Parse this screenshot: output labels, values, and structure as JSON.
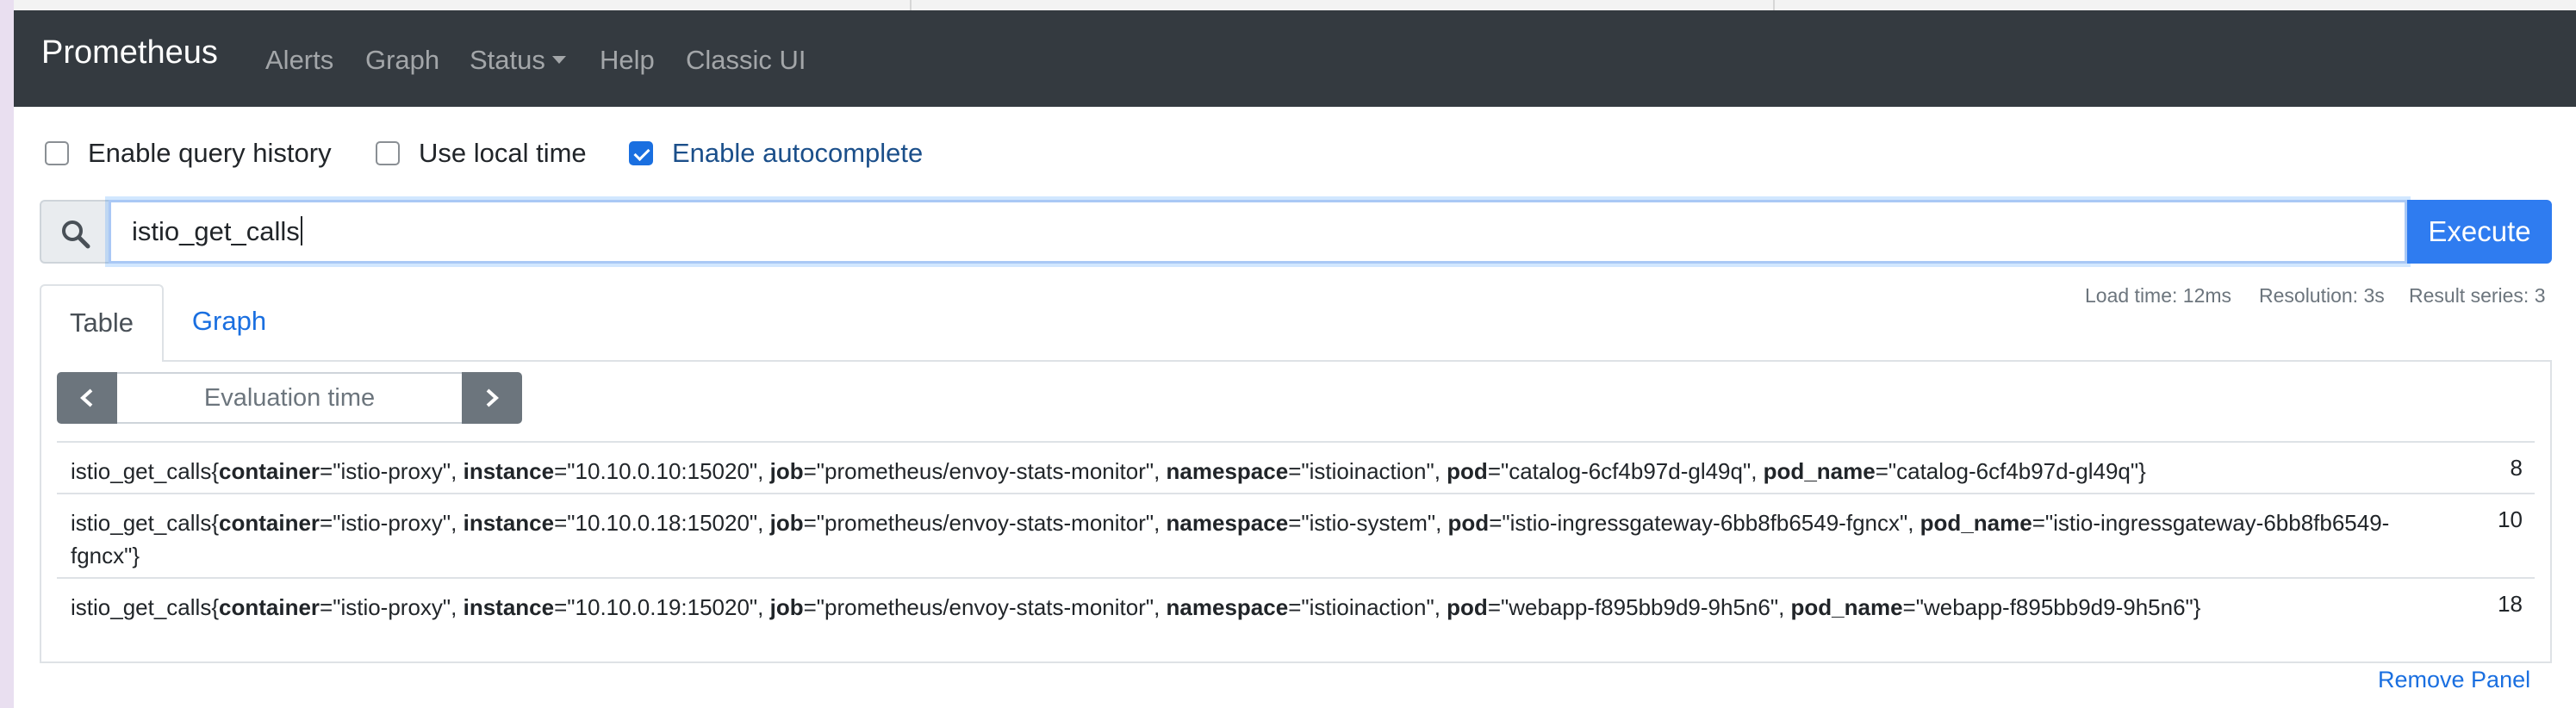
{
  "navbar": {
    "brand": "Prometheus",
    "items": [
      "Alerts",
      "Graph",
      "Status",
      "Help",
      "Classic UI"
    ]
  },
  "options": {
    "query_history": {
      "label": "Enable query history",
      "checked": false
    },
    "local_time": {
      "label": "Use local time",
      "checked": false
    },
    "autocomplete": {
      "label": "Enable autocomplete",
      "checked": true
    }
  },
  "query": {
    "value": "istio_get_calls",
    "execute_label": "Execute"
  },
  "stats": {
    "load_time": "Load time: 12ms",
    "resolution": "Resolution: 3s",
    "result_series": "Result series: 3"
  },
  "tabs": [
    "Table",
    "Graph"
  ],
  "eval_time": {
    "placeholder": "Evaluation time"
  },
  "results": [
    {
      "metric": "istio_get_calls",
      "labels": [
        [
          "container",
          "istio-proxy"
        ],
        [
          "instance",
          "10.10.0.10:15020"
        ],
        [
          "job",
          "prometheus/envoy-stats-monitor"
        ],
        [
          "namespace",
          "istioinaction"
        ],
        [
          "pod",
          "catalog-6cf4b97d-gl49q"
        ],
        [
          "pod_name",
          "catalog-6cf4b97d-gl49q"
        ]
      ],
      "value": "8"
    },
    {
      "metric": "istio_get_calls",
      "labels": [
        [
          "container",
          "istio-proxy"
        ],
        [
          "instance",
          "10.10.0.18:15020"
        ],
        [
          "job",
          "prometheus/envoy-stats-monitor"
        ],
        [
          "namespace",
          "istio-system"
        ],
        [
          "pod",
          "istio-ingressgateway-6bb8fb6549-fgncx"
        ],
        [
          "pod_name",
          "istio-ingressgateway-6bb8fb6549-fgncx"
        ]
      ],
      "value": "10"
    },
    {
      "metric": "istio_get_calls",
      "labels": [
        [
          "container",
          "istio-proxy"
        ],
        [
          "instance",
          "10.10.0.19:15020"
        ],
        [
          "job",
          "prometheus/envoy-stats-monitor"
        ],
        [
          "namespace",
          "istioinaction"
        ],
        [
          "pod",
          "webapp-f895bb9d9-9h5n6"
        ],
        [
          "pod_name",
          "webapp-f895bb9d9-9h5n6"
        ]
      ],
      "value": "18"
    }
  ],
  "remove_panel": "Remove Panel",
  "colors": {
    "navbar": "#343a40",
    "primary": "#2f7cf0",
    "link": "#1a6fe0",
    "secondary": "#6c757d"
  },
  "icons": {
    "search": "search-icon",
    "prev": "chevron-left-icon",
    "next": "chevron-right-icon",
    "status_menu": "caret-down-icon"
  }
}
